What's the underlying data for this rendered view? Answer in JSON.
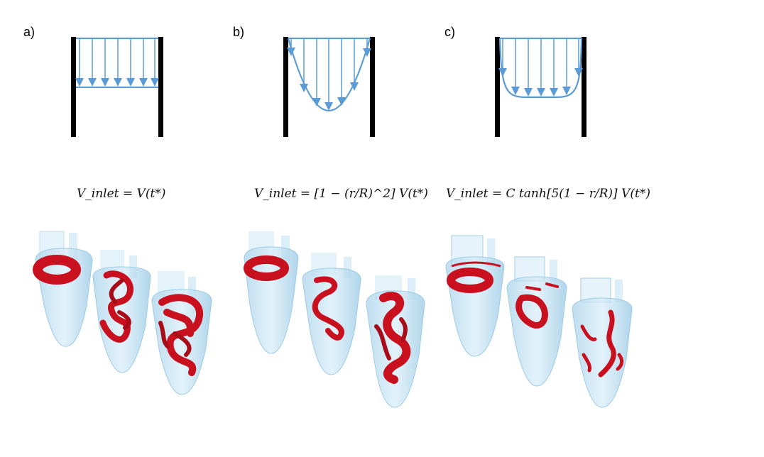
{
  "panels": [
    {
      "label": "a)",
      "profile": "uniform"
    },
    {
      "label": "b)",
      "profile": "parabolic"
    },
    {
      "label": "c)",
      "profile": "tanh"
    }
  ],
  "formulas": {
    "a": "V_inlet = V(t*)",
    "b": "V_inlet = [1 − (r/R)^2] V(t*)",
    "c": "V_inlet = C tanh[5(1 − r/R)] V(t*)"
  },
  "colors": {
    "wall": "#000000",
    "arrow": "#5b9bd5",
    "ventricle": "#b9dcef",
    "vortex": "#c8101e"
  }
}
